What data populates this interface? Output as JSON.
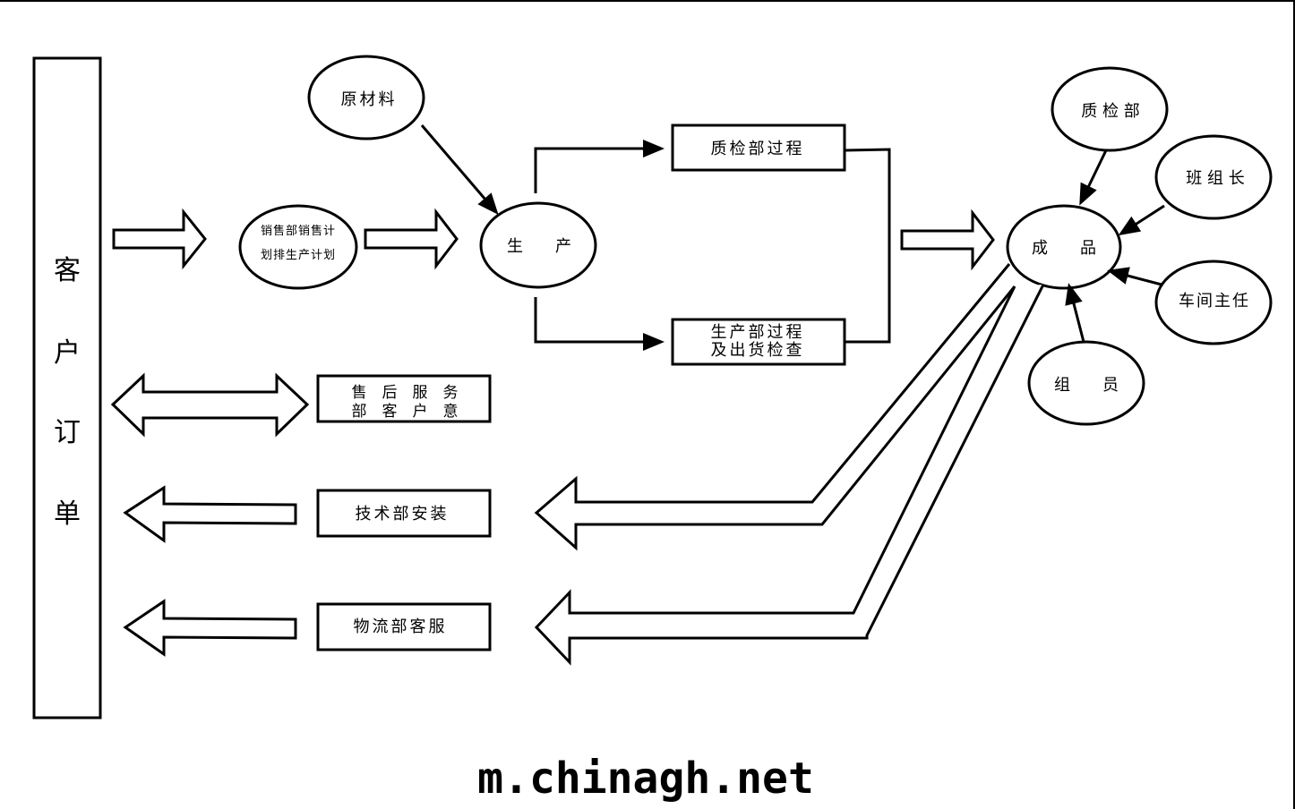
{
  "diagram": {
    "title": "客户订单 flow diagram",
    "colors": {
      "stroke": "#000000",
      "fill": "#ffffff",
      "text": "#000000"
    },
    "customer_order": {
      "label": "客户订单",
      "chars": [
        "客",
        "户",
        "订",
        "单"
      ]
    },
    "nodes": {
      "sales_plan": {
        "line1": "销售部销售计",
        "line2": "划排生产计划"
      },
      "raw_material": {
        "label": "原材料"
      },
      "production": {
        "label": "生　　产"
      },
      "qc_process": {
        "label": "质检部过程"
      },
      "prod_process": {
        "line1": "生产部过程",
        "line2": "及出货检查"
      },
      "finished_product": {
        "label": "成　　品"
      },
      "qc_dept": {
        "label": "质 检 部"
      },
      "team_leader": {
        "label": "班 组 长"
      },
      "workshop_director": {
        "label": "车间主任"
      },
      "team_member": {
        "label": "组　　员"
      },
      "after_sales": {
        "line1": "售　后　服　务",
        "line2": "部　客　户　意"
      },
      "tech_install": {
        "label": "技术部安装"
      },
      "logistics": {
        "label": "物流部客服"
      }
    },
    "edges": [
      {
        "from": "customer_order",
        "to": "sales_plan",
        "type": "block-arrow"
      },
      {
        "from": "sales_plan",
        "to": "production",
        "type": "block-arrow"
      },
      {
        "from": "raw_material",
        "to": "production",
        "type": "arrow"
      },
      {
        "from": "production",
        "to": "qc_process",
        "type": "arrow"
      },
      {
        "from": "production",
        "to": "prod_process",
        "type": "arrow"
      },
      {
        "from": "qc_process",
        "to": "finished_product",
        "type": "bracket-block-arrow"
      },
      {
        "from": "prod_process",
        "to": "finished_product",
        "type": "bracket-block-arrow"
      },
      {
        "from": "qc_dept",
        "to": "finished_product",
        "type": "arrow"
      },
      {
        "from": "team_leader",
        "to": "finished_product",
        "type": "arrow"
      },
      {
        "from": "workshop_director",
        "to": "finished_product",
        "type": "arrow"
      },
      {
        "from": "team_member",
        "to": "finished_product",
        "type": "arrow"
      },
      {
        "from": "finished_product",
        "to": "tech_install",
        "type": "block-arrow"
      },
      {
        "from": "finished_product",
        "to": "logistics",
        "type": "block-arrow"
      },
      {
        "from": "after_sales",
        "to": "customer_order",
        "type": "double-block-arrow"
      },
      {
        "from": "tech_install",
        "to": "customer_order",
        "type": "block-arrow"
      },
      {
        "from": "logistics",
        "to": "customer_order",
        "type": "block-arrow"
      }
    ]
  },
  "watermark": "m.chinagh.net"
}
